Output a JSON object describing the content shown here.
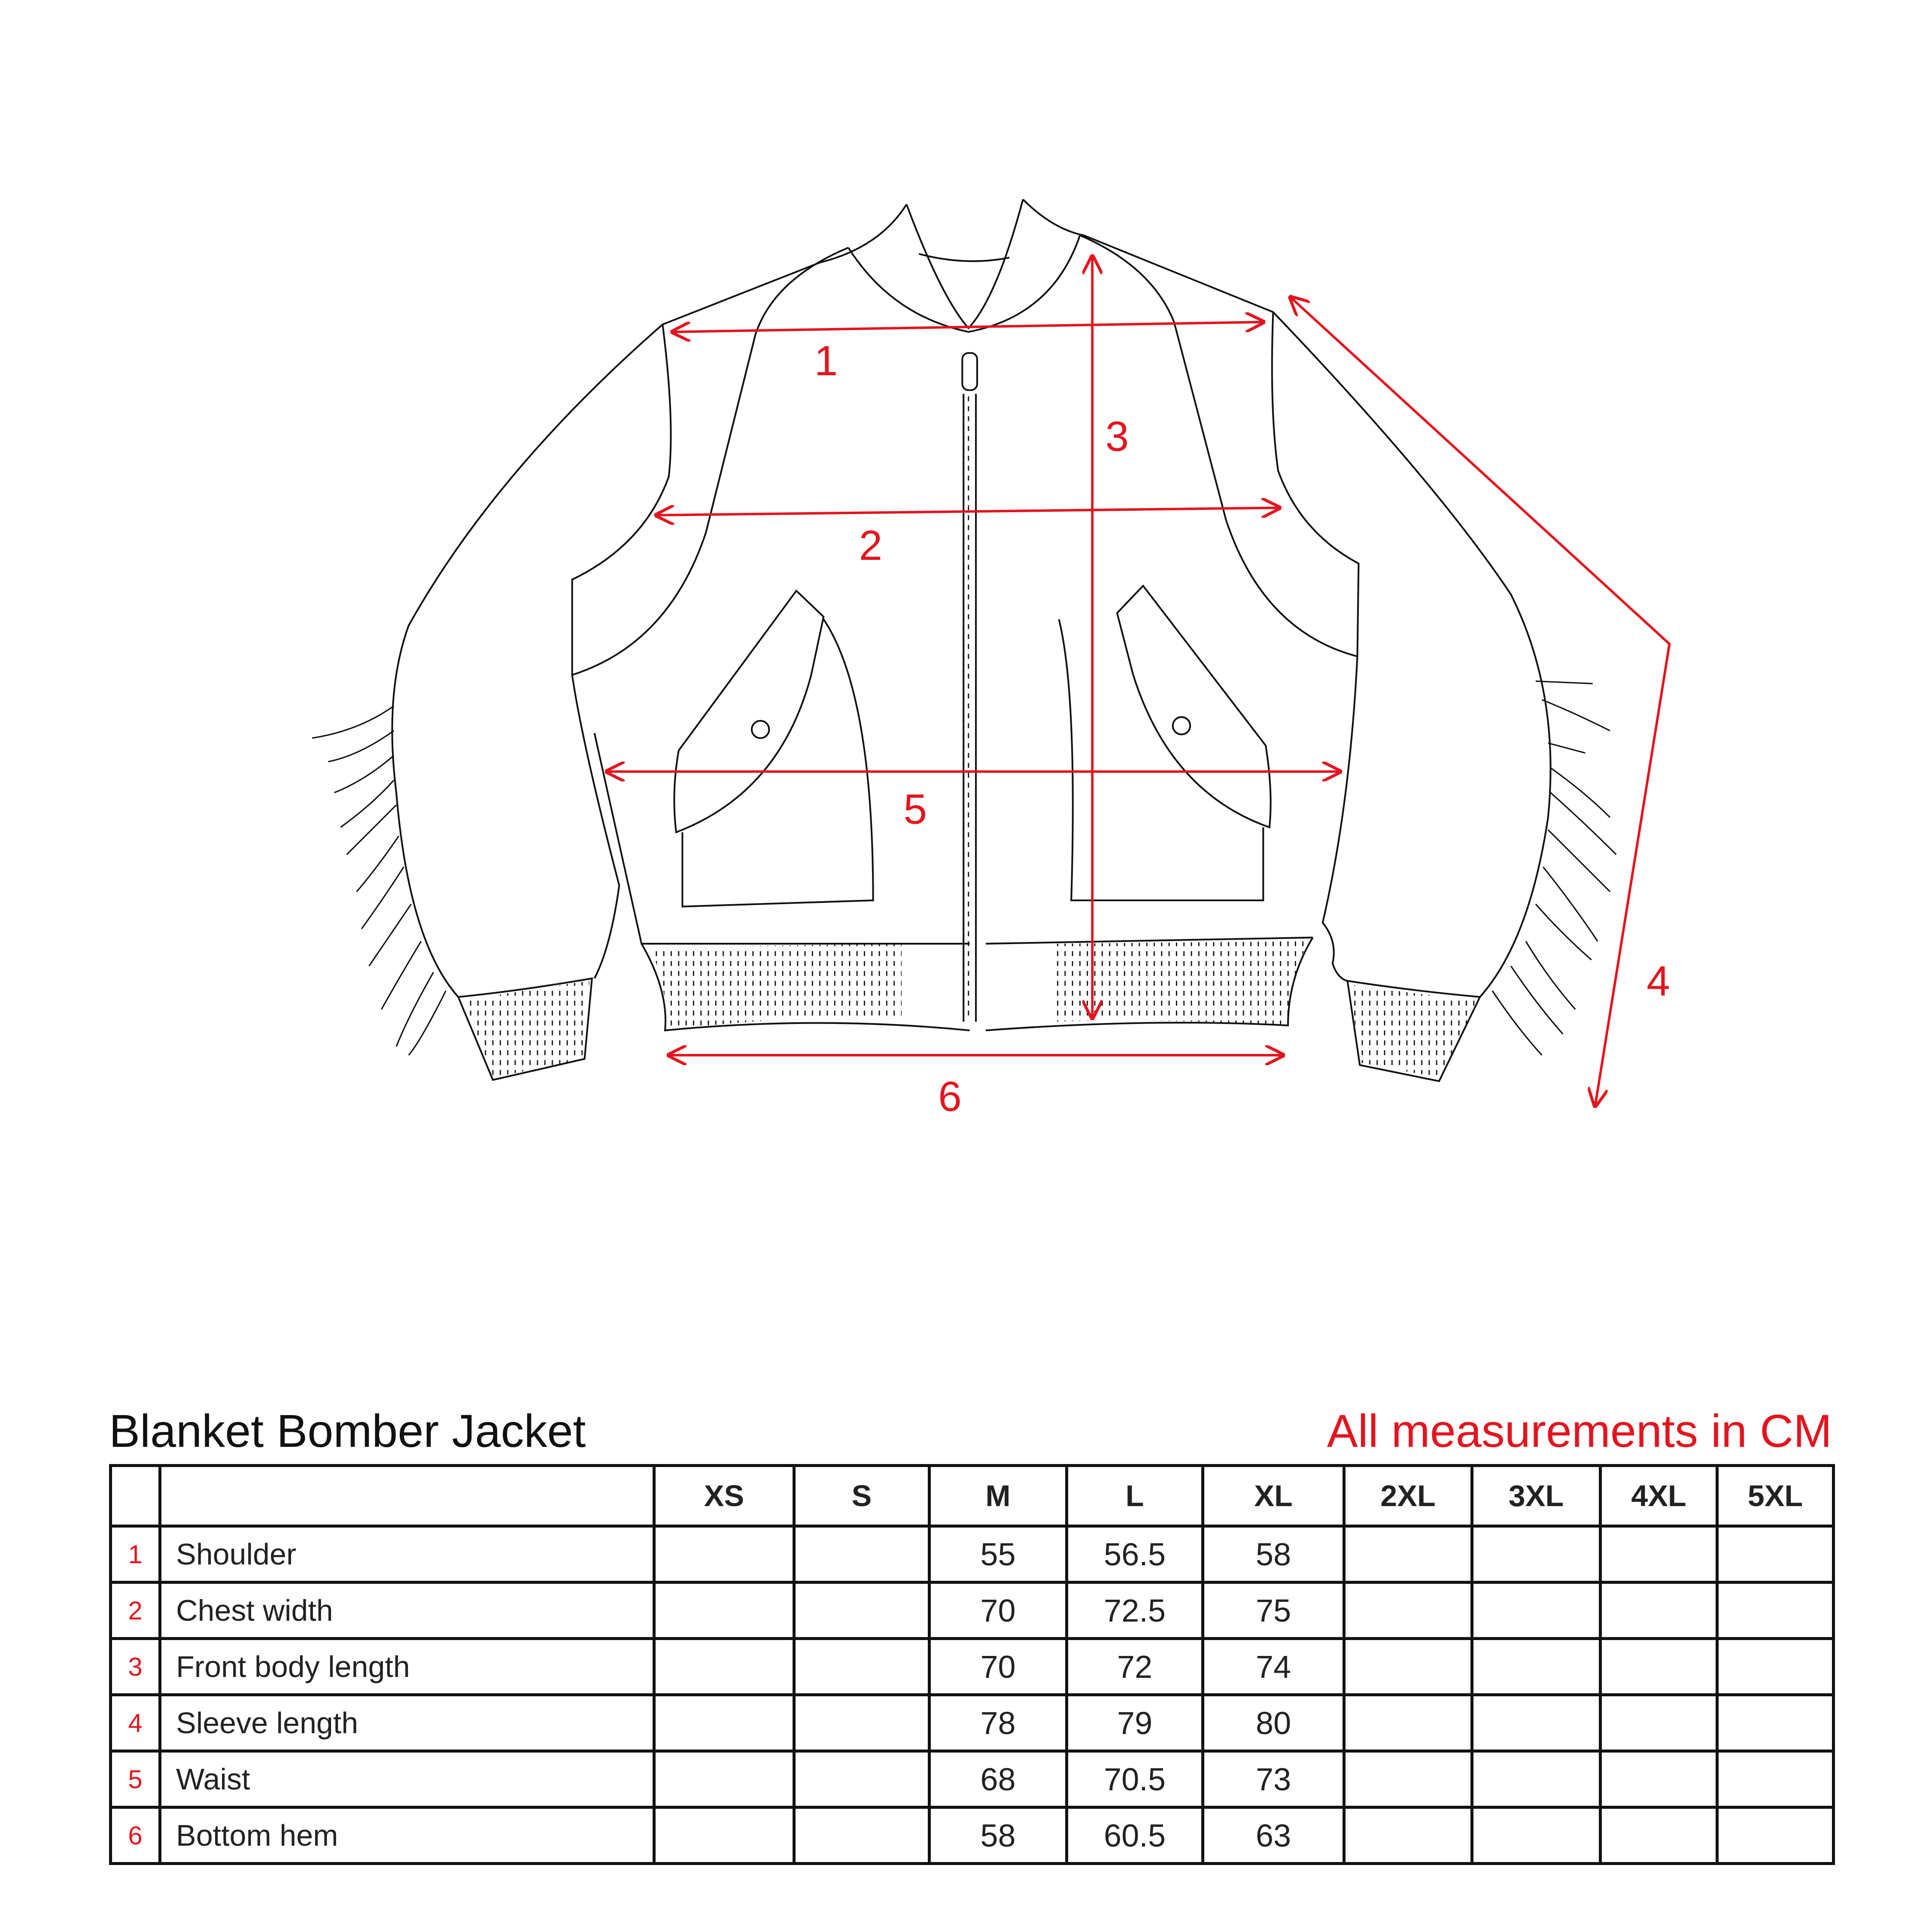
{
  "diagram": {
    "labels": [
      "1",
      "2",
      "3",
      "4",
      "5",
      "6"
    ],
    "accent_color": "#e4141e"
  },
  "title": "Blanket Bomber Jacket",
  "note": "All measurements in CM",
  "table": {
    "sizes": [
      "XS",
      "S",
      "M",
      "L",
      "XL",
      "2XL",
      "3XL",
      "4XL",
      "5XL"
    ],
    "rows": [
      {
        "num": "1",
        "label": "Shoulder",
        "values": [
          "",
          "",
          "55",
          "56.5",
          "58",
          "",
          "",
          "",
          ""
        ]
      },
      {
        "num": "2",
        "label": "Chest width",
        "values": [
          "",
          "",
          "70",
          "72.5",
          "75",
          "",
          "",
          "",
          ""
        ]
      },
      {
        "num": "3",
        "label": "Front body length",
        "values": [
          "",
          "",
          "70",
          "72",
          "74",
          "",
          "",
          "",
          ""
        ]
      },
      {
        "num": "4",
        "label": "Sleeve length",
        "values": [
          "",
          "",
          "78",
          "79",
          "80",
          "",
          "",
          "",
          ""
        ]
      },
      {
        "num": "5",
        "label": "Waist",
        "values": [
          "",
          "",
          "68",
          "70.5",
          "73",
          "",
          "",
          "",
          ""
        ]
      },
      {
        "num": "6",
        "label": "Bottom hem",
        "values": [
          "",
          "",
          "58",
          "60.5",
          "63",
          "",
          "",
          "",
          ""
        ]
      }
    ]
  }
}
